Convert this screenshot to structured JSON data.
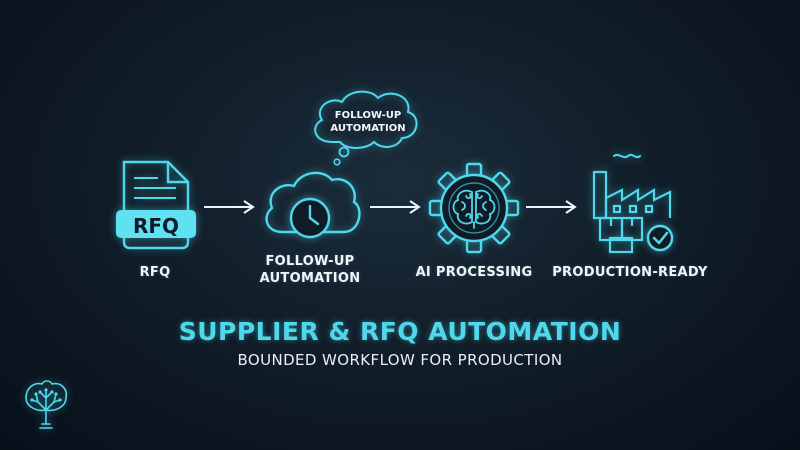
{
  "steps": [
    {
      "label": "RFQ",
      "icon": "document-rfq-icon",
      "badge": "RFQ"
    },
    {
      "label_line1": "FOLLOW-UP",
      "label_line2": "AUTOMATION",
      "icon": "cloud-clock-icon"
    },
    {
      "label": "AI PROCESSING",
      "icon": "gear-brain-icon"
    },
    {
      "label": "PRODUCTION-READY",
      "icon": "factory-check-icon"
    }
  ],
  "thought_bubble": {
    "line1": "FOLLOW-UP",
    "line2": "AUTOMATION"
  },
  "title": "SUPPLIER & RFQ AUTOMATION",
  "subtitle": "BOUNDED WORKFLOW FOR PRODUCTION",
  "logo": "brain-tree-logo",
  "colors": {
    "accent": "#4fd8ec",
    "background": "#0f1b26",
    "text": "#f2f6f8"
  }
}
